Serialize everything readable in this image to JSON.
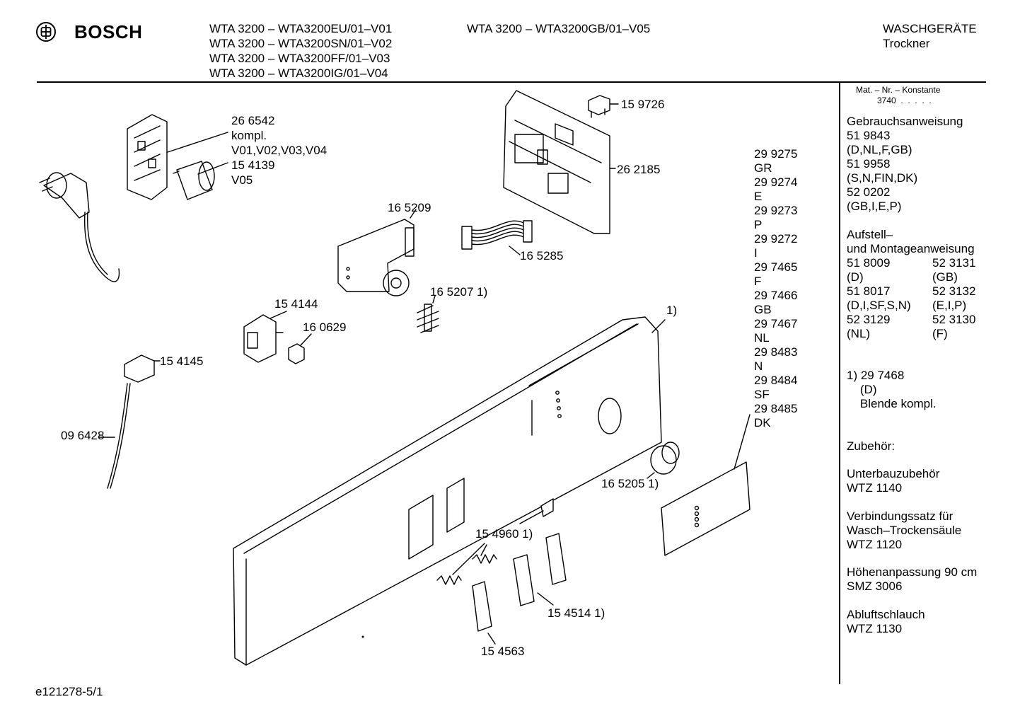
{
  "header": {
    "brand": "BOSCH",
    "models_left": [
      "WTA 3200 – WTA3200EU/01–V01",
      "WTA 3200 – WTA3200SN/01–V02",
      "WTA 3200 – WTA3200FF/01–V03",
      "WTA 3200 – WTA3200IG/01–V04"
    ],
    "models_mid": [
      "WTA 3200 – WTA3200GB/01–V05"
    ],
    "category": [
      "WASCHGERÄTE",
      "Trockner"
    ]
  },
  "part_labels": {
    "p266542": "26 6542",
    "kompl": "kompl.",
    "variants": "V01,V02,V03,V04",
    "p154139": "15 4139",
    "v05": "V05",
    "p159726": "15 9726",
    "p262185": "26 2185",
    "p165209": "16 5209",
    "p165285": "16 5285",
    "p165207": "16 5207 1)",
    "p154144": "15 4144",
    "p160629": "16 0629",
    "p154145": "15 4145",
    "p096428": "09 6428",
    "one": "1)",
    "p165205": "16 5205 1)",
    "p154960": "15 4960 1)",
    "p154514": "15 4514 1)",
    "p154563": "15 4563"
  },
  "language_codes": [
    "29 9275",
    "GR",
    "29 9274",
    "E",
    "29 9273",
    "P",
    "29 9272",
    "I",
    "29 7465",
    "F",
    "29 7466",
    "GB",
    "29 7467",
    "NL",
    "29 8483",
    "N",
    "29 8484",
    "SF",
    "29 8485",
    "DK"
  ],
  "sidebar": {
    "mat_label": "Mat. – Nr. – Konstante",
    "mat_value": "3740  .  .  .  .  .",
    "gebrauch": {
      "title": "Gebrauchsanweisung",
      "lines": [
        "51 9843",
        "(D,NL,F,GB)",
        "51 9958",
        "(S,N,FIN,DK)",
        "52 0202",
        "(GB,I,E,P)"
      ]
    },
    "aufstell": {
      "title1": "Aufstell–",
      "title2": "und Montageanweisung",
      "pairs": [
        [
          "51 8009",
          "52 3131"
        ],
        [
          "(D)",
          "(GB)"
        ],
        [
          "51 8017",
          "52 3132"
        ],
        [
          "(D,I,SF,S,N)",
          "(E,I,P)"
        ],
        [
          "52 3129",
          "52 3130"
        ],
        [
          "(NL)",
          "(F)"
        ]
      ]
    },
    "footnote": [
      "1) 29 7468",
      "    (D)",
      "    Blende kompl."
    ],
    "zubehoer": "Zubehör:",
    "accessories": [
      [
        "Unterbauzubehör",
        "WTZ 1140"
      ],
      [
        "Verbindungssatz für",
        "Wasch–Trockensäule",
        "WTZ 1120"
      ],
      [
        "Höhenanpassung 90 cm",
        "SMZ 3006"
      ],
      [
        "Abluftschlauch",
        "WTZ 1130"
      ]
    ]
  },
  "footer": {
    "drawing_id": "e121278-5/1"
  }
}
